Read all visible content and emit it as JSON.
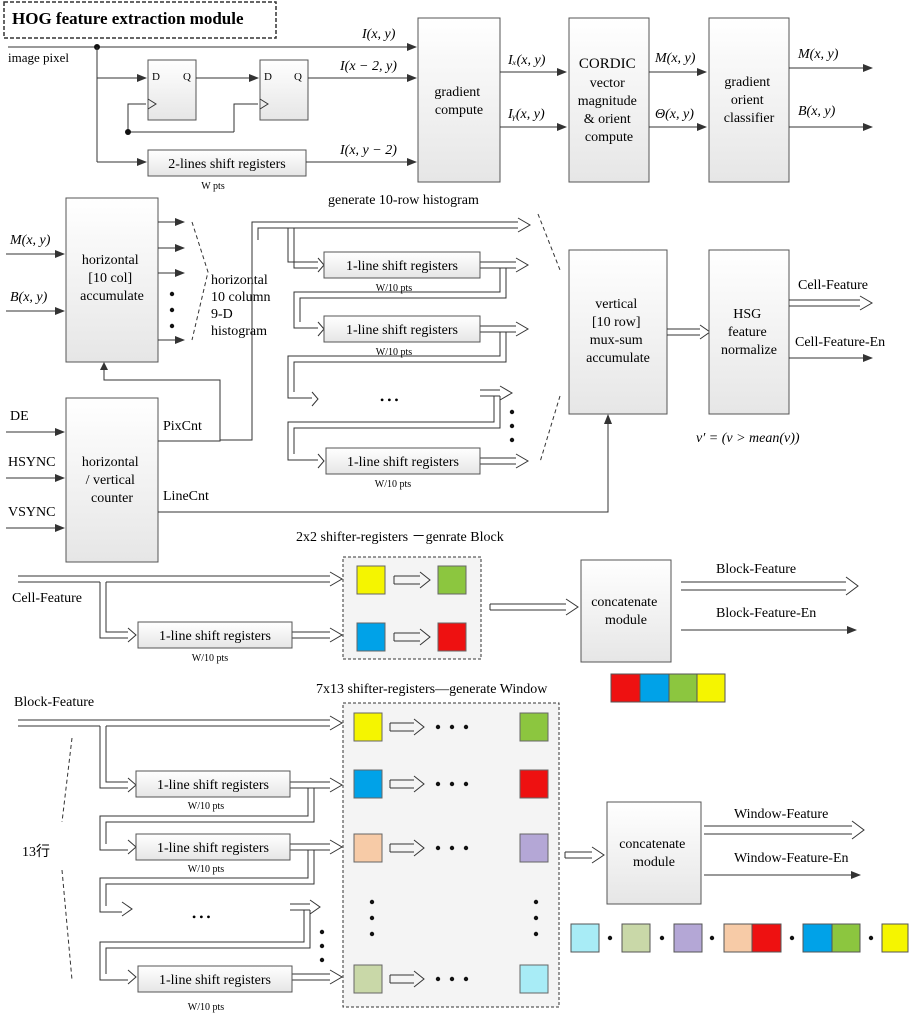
{
  "title": "HOG feature extraction module",
  "section1": {
    "image_pixel": "image pixel",
    "ff_d": "D",
    "ff_q": "Q",
    "sig_i": "I(x, y)",
    "sig_i_x2": "I(x − 2, y)",
    "sig_i_y2": "I(x, y − 2)",
    "shift2_label": "2-lines shift registers",
    "w_pts": "W pts",
    "gradient_compute": [
      "gradient",
      "compute"
    ],
    "ix": "Iₓ(x, y)",
    "iy": "Iᵧ(x, y)",
    "cordic": [
      "CORDIC",
      "vector",
      "magnitude",
      "& orient",
      "compute"
    ],
    "m": "M(x, y)",
    "theta": "Θ(x, y)",
    "classifier": [
      "gradient",
      "orient",
      "classifier"
    ],
    "m_out": "M(x, y)",
    "b_out": "B(x, y)"
  },
  "section2": {
    "m_in": "M(x, y)",
    "b_in": "B(x, y)",
    "h_accum": [
      "horizontal",
      "[10 col]",
      "accumulate"
    ],
    "hist_label": [
      "horizontal",
      "10 column",
      "9-D",
      "histogram"
    ],
    "gen_label": "generate 10-row histogram",
    "shift_label": "1-line shift registers",
    "w10": "W/10 pts",
    "ellipsis": "• • •",
    "v_accum": [
      "vertical",
      "[10 row]",
      "mux-sum",
      "accumulate"
    ],
    "hsg": [
      "HSG",
      "feature",
      "normalize"
    ],
    "cell_feature": "Cell-Feature",
    "cell_feature_en": "Cell-Feature-En",
    "formula": "v′ = (v > mean(v))",
    "de": "DE",
    "hsync": "HSYNC",
    "vsync": "VSYNC",
    "counter": [
      "horizontal",
      "/ vertical",
      "counter"
    ],
    "pixcnt": "PixCnt",
    "linecnt": "LineCnt"
  },
  "section3": {
    "title": "2x2 shifter-registers －genrate Block",
    "cell_feature": "Cell-Feature",
    "shift_label": "1-line shift registers",
    "w10": "W/10 pts",
    "concat": [
      "concatenate",
      "module"
    ],
    "block_feature": "Block-Feature",
    "block_feature_en": "Block-Feature-En"
  },
  "section4": {
    "title": "7x13 shifter-registers—generate Window",
    "block_feature": "Block-Feature",
    "rows": "13行",
    "shift_label": "1-line shift registers",
    "w10": "W/10 pts",
    "concat": [
      "concatenate",
      "module"
    ],
    "window_feature": "Window-Feature",
    "window_feature_en": "Window-Feature-En"
  },
  "colors": {
    "yellow": "#f5f500",
    "green": "#8cc63f",
    "blue": "#00a2e8",
    "red": "#ee1111",
    "peach": "#f7cba7",
    "lavender": "#b4a7d6",
    "sage": "#c9d8a8",
    "lightcyan": "#a8ecf6",
    "box_fill": "#f2f2f2",
    "group_fill": "#f4f4f4"
  }
}
